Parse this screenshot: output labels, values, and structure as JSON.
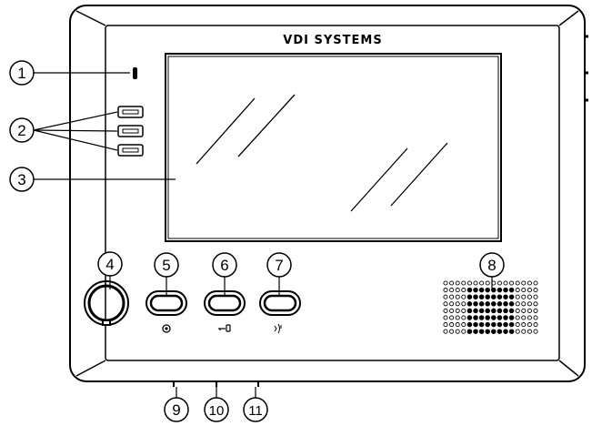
{
  "device": {
    "brand": "VDI SYSTEMS"
  },
  "callouts": [
    {
      "number": "1",
      "target": "indicator-led"
    },
    {
      "number": "2",
      "target": "side-keys"
    },
    {
      "number": "3",
      "target": "display-screen"
    },
    {
      "number": "4",
      "target": "monitor-button"
    },
    {
      "number": "5",
      "target": "record-button"
    },
    {
      "number": "6",
      "target": "unlock-button"
    },
    {
      "number": "7",
      "target": "talk-button"
    },
    {
      "number": "8",
      "target": "speaker-grille"
    },
    {
      "number": "9",
      "target": "bottom-port-left"
    },
    {
      "number": "10",
      "target": "bottom-port-middle"
    },
    {
      "number": "11",
      "target": "bottom-port-right"
    }
  ],
  "icons": {
    "monitor": "monitor-icon",
    "record": "record-icon",
    "unlock": "key-icon",
    "talk": "talk-icon"
  },
  "colors": {
    "line": "#000000",
    "background": "#ffffff"
  }
}
